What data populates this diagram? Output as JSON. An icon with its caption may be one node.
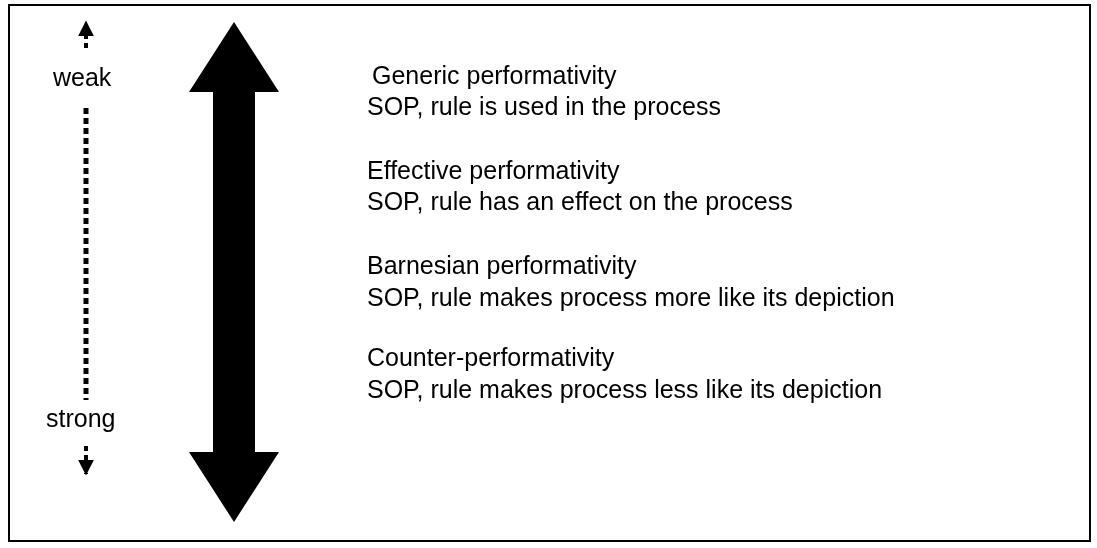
{
  "diagram": {
    "labels": [
      "weak",
      "strong",
      "Generic performativity",
      "SOP, rule is used in the process",
      "Effective performativity",
      "SOP, rule has an effect on the process",
      "Barnesian performativity",
      "SOP, rule makes process more like its depiction",
      "Counter-performativity",
      "SOP, rule makes process less like its depiction"
    ]
  }
}
